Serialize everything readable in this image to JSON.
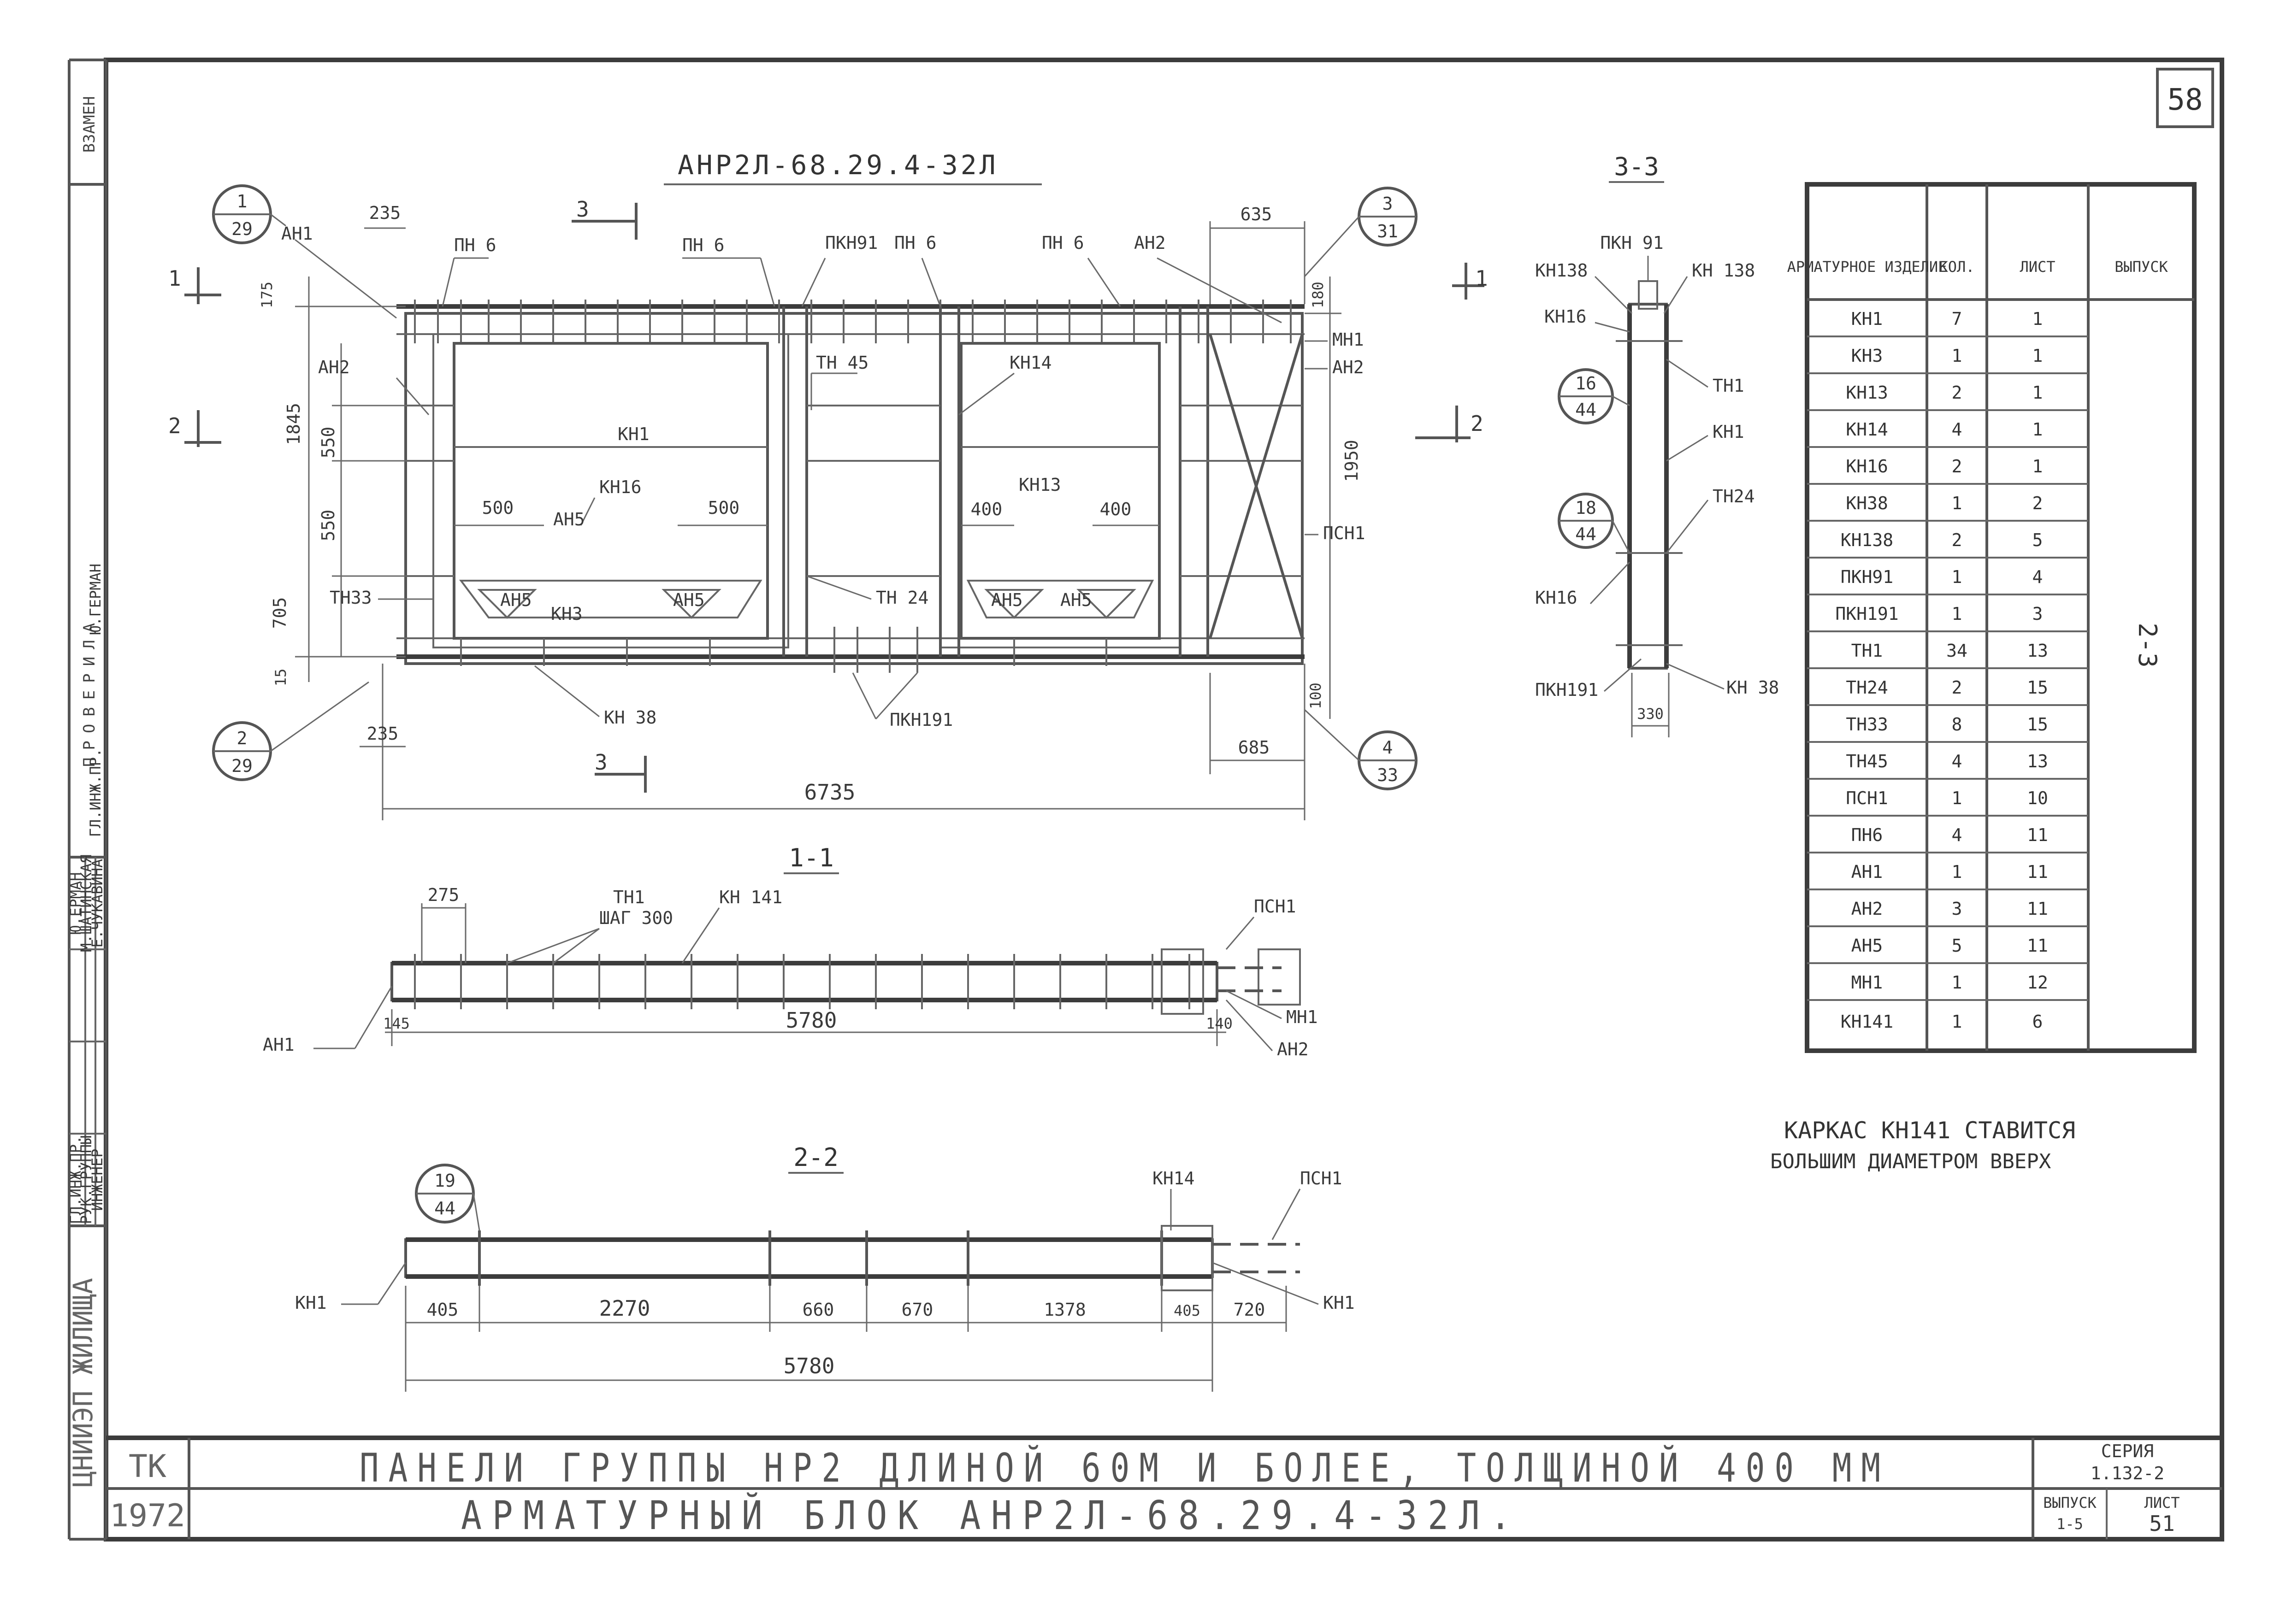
{
  "sheet_number": "58",
  "drawing_title": "АНР2Л-68.29.4-32Л",
  "section_labels": {
    "s11": "1-1",
    "s22": "2-2",
    "s33": "3-3"
  },
  "cut_marks": {
    "c1": "1",
    "c2": "2",
    "c3": "3"
  },
  "callouts": [
    {
      "top": "1",
      "bottom": "29"
    },
    {
      "top": "2",
      "bottom": "29"
    },
    {
      "top": "3",
      "bottom": "31"
    },
    {
      "top": "4",
      "bottom": "33"
    },
    {
      "top": "16",
      "bottom": "44"
    },
    {
      "top": "18",
      "bottom": "44"
    },
    {
      "top": "19",
      "bottom": "44"
    }
  ],
  "plan_labels": {
    "an1": "АН1",
    "pn6": "ПН 6",
    "pkn91": "ПКН91",
    "an2": "АН2",
    "mn1": "МН1",
    "an2b": "АН2",
    "tn45": "ТН 45",
    "kn14": "КН14",
    "kn1": "КН1",
    "kn16": "КН16",
    "an5": "АН5",
    "kn13": "КН13",
    "psn1": "ПСН1",
    "tn33": "ТН33",
    "kn3": "КН3",
    "tn24": "ТН 24",
    "kn38": "КН 38",
    "pkn191": "ПКН191"
  },
  "plan_dims": {
    "d235a": "235",
    "d635": "635",
    "d175": "175",
    "d180": "180",
    "d1845": "1845",
    "d550a": "550",
    "d550b": "550",
    "d705": "705",
    "d15": "15",
    "d1950": "1950",
    "d500a": "500",
    "d500b": "500",
    "d400a": "400",
    "d400b": "400",
    "d235b": "235",
    "d100": "100",
    "d685": "685",
    "d6735": "6735"
  },
  "s11_labels": {
    "d275": "275",
    "tn1": "ТН1",
    "step": "ШАГ 300",
    "kn141": "КН 141",
    "psn1": "ПСН1",
    "mn1": "МН1",
    "an1": "АН1",
    "an2": "АН2",
    "d145": "145",
    "d5780": "5780",
    "d140": "140"
  },
  "s22_labels": {
    "kn14": "КН14",
    "psn1": "ПСН1",
    "kn1a": "КН1",
    "kn1b": "КН1",
    "dims": [
      "405",
      "2270",
      "660",
      "670",
      "1378",
      "405",
      "720"
    ],
    "total": "5780"
  },
  "s33_labels": {
    "pkn91": "ПКН 91",
    "kn138a": "КН138",
    "kn138b": "КН 138",
    "kn16a": "КН16",
    "tn1": "ТН1",
    "kn1": "КН1",
    "tn24": "ТН24",
    "kn16b": "КН16",
    "pkn191": "ПКН191",
    "kn38": "КН 38",
    "d330": "330"
  },
  "spec_table": {
    "headers": [
      "АРМАТУРНОЕ ИЗДЕЛИЕ",
      "КОЛ.",
      "ЛИСТ",
      "ВЫПУСК"
    ],
    "rows": [
      [
        "КН1",
        "7",
        "1"
      ],
      [
        "КН3",
        "1",
        "1"
      ],
      [
        "КН13",
        "2",
        "1"
      ],
      [
        "КН14",
        "4",
        "1"
      ],
      [
        "КН16",
        "2",
        "1"
      ],
      [
        "КН38",
        "1",
        "2"
      ],
      [
        "КН138",
        "2",
        "5"
      ],
      [
        "ПКН91",
        "1",
        "4"
      ],
      [
        "ПКН191",
        "1",
        "3"
      ],
      [
        "ТН1",
        "34",
        "13"
      ],
      [
        "ТН24",
        "2",
        "15"
      ],
      [
        "ТН33",
        "8",
        "15"
      ],
      [
        "ТН45",
        "4",
        "13"
      ],
      [
        "ПСН1",
        "1",
        "10"
      ],
      [
        "ПН6",
        "4",
        "11"
      ],
      [
        "АН1",
        "1",
        "11"
      ],
      [
        "АН2",
        "3",
        "11"
      ],
      [
        "АН5",
        "5",
        "11"
      ],
      [
        "МН1",
        "1",
        "12"
      ],
      [
        "КН141",
        "1",
        "6"
      ]
    ],
    "issue": "2-3"
  },
  "note": {
    "line1": "КАРКАС КН141 СТАВИТСЯ",
    "line2": "БОЛЬШИМ ДИАМЕТРОМ ВВЕРХ"
  },
  "title_block": {
    "code": "ТК",
    "year": "1972",
    "line1": "ПАНЕЛИ ГРУППЫ НР2 ДЛИНОЙ 60М И БОЛЕЕ, ТОЛЩИНОЙ 400 ММ",
    "line2": "АРМАТУРНЫЙ БЛОК АНР2Л-68.29.4-32Л.",
    "series_label": "СЕРИЯ",
    "series": "1.132-2",
    "issue_label": "ВЫПУСК",
    "issue": "1-5",
    "sheet_label": "ЛИСТ",
    "sheet": "51"
  },
  "side_stamp": {
    "org": "ЦНИИЭП ЖИЛИЩА",
    "vzamen": "ВЗАМЕН",
    "proverila": "ПРОВЕРИЛА",
    "roles": [
      "ГЛ.ИНЖ.ПР.",
      "РУК.ГРУППЫ",
      "ИНЖЕНЕР"
    ],
    "names": [
      "Ю.ЕРМАН",
      "М.ШАТИНСКАЯ",
      "Е.ЧУКАВИНА"
    ],
    "checker_role": "ГЛ.ИНЖ.ПР.",
    "checker_name": "Ю.ГЕРМАН"
  }
}
